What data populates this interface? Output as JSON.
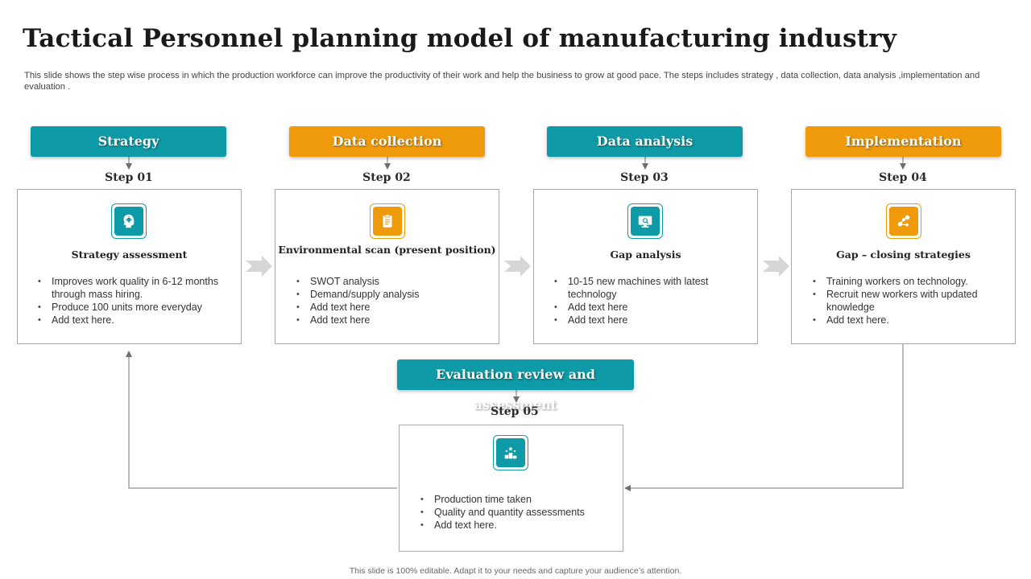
{
  "title": "Tactical Personnel planning model of manufacturing industry",
  "subtitle": "This slide shows the step wise process in which the production workforce  can improve the productivity of their work and help the business to grow at good pace. The steps includes strategy , data collection, data analysis ,implementation and evaluation .",
  "colors": {
    "teal": "#0e9aa6",
    "orange": "#ef9a0b",
    "arrow_gray": "#d6d6d6"
  },
  "steps": [
    {
      "header": "Strategy",
      "step": "Step 01",
      "icon": "head-idea-icon",
      "card_title": "Strategy assessment",
      "bullets": [
        "Improves  work quality in 6-12 months through  mass hiring.",
        "Produce 100 units more everyday",
        "Add text here."
      ]
    },
    {
      "header": "Data collection",
      "step": "Step 02",
      "icon": "clipboard-icon",
      "card_title": "Environmental scan (present position)",
      "bullets": [
        "SWOT analysis",
        "Demand/supply  analysis",
        "Add text here",
        "Add text here"
      ]
    },
    {
      "header": "Data analysis",
      "step": "Step 03",
      "icon": "monitor-search-icon",
      "card_title": "Gap analysis",
      "bullets": [
        "10-15 new machines   with latest technology",
        "Add text here",
        "Add text here"
      ]
    },
    {
      "header": "Implementation",
      "step": "Step 04",
      "icon": "network-nodes-icon",
      "card_title": "Gap – closing strategies",
      "bullets": [
        "Training workers  on technology.",
        "Recruit new workers with updated knowledge",
        "Add text here."
      ]
    },
    {
      "header": "Evaluation review and assessment",
      "step": "Step 05",
      "icon": "podium-stars-icon",
      "bullets": [
        "Production time taken",
        "Quality and quantity assessments",
        "Add text here."
      ]
    }
  ],
  "footer": "This slide is 100% editable. Adapt it to your needs and capture your audience’s attention."
}
